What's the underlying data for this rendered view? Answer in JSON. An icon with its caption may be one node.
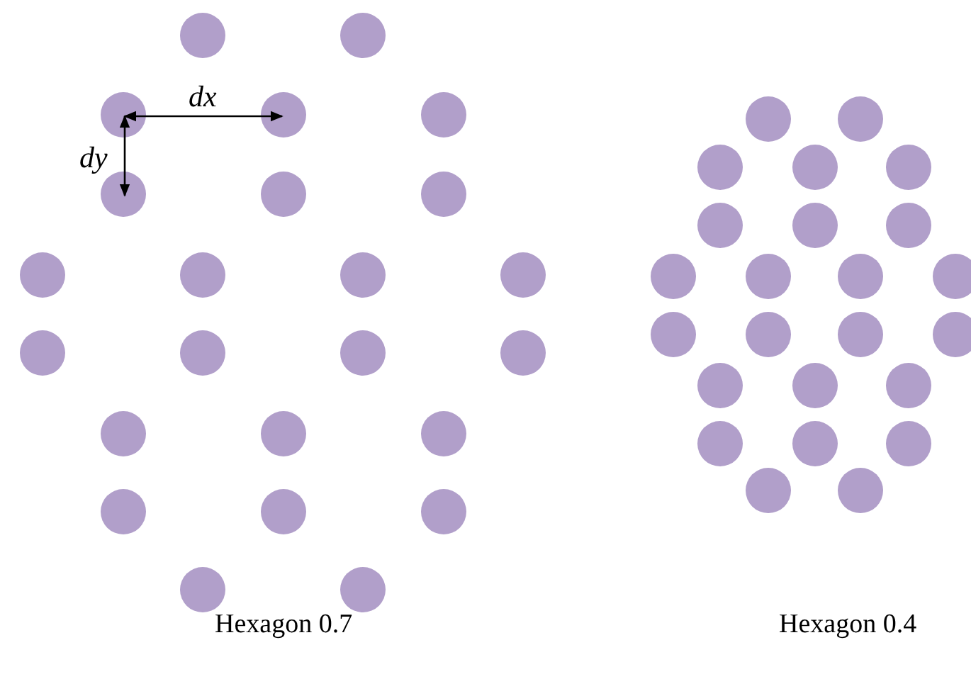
{
  "diagram": {
    "labels": [
      "dx",
      "dy",
      "Hexagon 0.7",
      "Hexagon 0.4"
    ]
  }
}
